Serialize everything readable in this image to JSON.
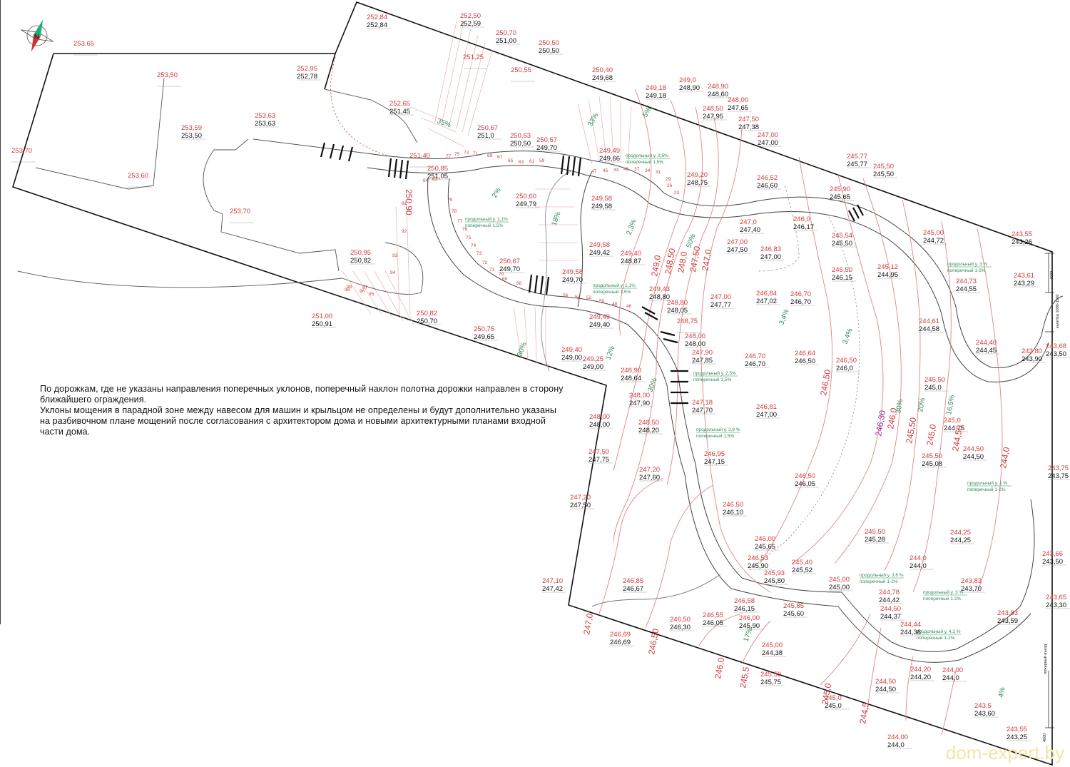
{
  "notes": [
    "По дорожкам, где не указаны направления поперечных уклонов, поперечный наклон полотна дорожки направлен в сторону ближайшего ограждения.",
    "Уклоны мощения в парадной зоне между навесом для машин и крыльцом не определены и будут дополнительно указаны на разбивочном плане мощений после согласования с архитектором дома и новыми архитектурными планами входной части дома."
  ],
  "watermark": "dom-expert.by",
  "compass": "N",
  "colors": {
    "design": "#d23a3a",
    "existing": "#111111",
    "slope": "#2e8b57",
    "accent": "#9b2fa3"
  },
  "elevations": [
    {
      "d": "252,84",
      "e": "252,84"
    },
    {
      "d": "252,50",
      "e": "252,59"
    },
    {
      "d": "250,70",
      "e": "251,00"
    },
    {
      "d": "250,50",
      "e": "250,50"
    },
    {
      "d": "250,55",
      "e": ""
    },
    {
      "d": "251,25",
      "e": ""
    },
    {
      "d": "253,65",
      "e": ""
    },
    {
      "d": "253,50",
      "e": ""
    },
    {
      "d": "252,95",
      "e": "252,78"
    },
    {
      "d": "252,65",
      "e": "251,45"
    },
    {
      "d": "250,40",
      "e": "249,68"
    },
    {
      "d": "249,18",
      "e": "249,18"
    },
    {
      "d": "249,0",
      "e": "248,90"
    },
    {
      "d": "248,90",
      "e": "248,60"
    },
    {
      "d": "248,50",
      "e": "247,95"
    },
    {
      "d": "248,00",
      "e": "247,65"
    },
    {
      "d": "247,50",
      "e": "247,38"
    },
    {
      "d": "253,63",
      "e": "253,63"
    },
    {
      "d": "253,59",
      "e": "253,50"
    },
    {
      "d": "250,67",
      "e": "251,0"
    },
    {
      "d": "250,63",
      "e": "250,50"
    },
    {
      "d": "250,57",
      "e": "249,70"
    },
    {
      "d": "249,49",
      "e": "249,66"
    },
    {
      "d": "247,00",
      "e": "247,00"
    },
    {
      "d": "253,70",
      "e": ""
    },
    {
      "d": "251,40",
      "e": ""
    },
    {
      "d": "250,85",
      "e": "251,05"
    },
    {
      "d": "249,20",
      "e": "248,75"
    },
    {
      "d": "246,52",
      "e": "246,60"
    },
    {
      "d": "245,77",
      "e": "245,77"
    },
    {
      "d": "245,50",
      "e": "245,50"
    },
    {
      "d": "245,90",
      "e": "245,65"
    },
    {
      "d": "253,60",
      "e": ""
    },
    {
      "d": "250,60",
      "e": "249,79"
    },
    {
      "d": "249,58",
      "e": "249,58"
    },
    {
      "d": "246,0",
      "e": "246,17"
    },
    {
      "d": "247,0",
      "e": "247,40"
    },
    {
      "d": "245,54",
      "e": "245,50"
    },
    {
      "d": "245,00",
      "e": "244,72"
    },
    {
      "d": "243,55",
      "e": "243,26"
    },
    {
      "d": "253,70",
      "e": ""
    },
    {
      "d": "247,00",
      "e": "247,50"
    },
    {
      "d": "246,83",
      "e": "247,00"
    },
    {
      "d": "250,95",
      "e": "250,82"
    },
    {
      "d": "249,58",
      "e": "249,42"
    },
    {
      "d": "249,40",
      "e": "248,87"
    },
    {
      "d": "246,50",
      "e": "246,15"
    },
    {
      "d": "245,12",
      "e": "244,95"
    },
    {
      "d": "250,67",
      "e": "249,70"
    },
    {
      "d": "249,58",
      "e": "249,70"
    },
    {
      "d": "249,43",
      "e": "248,80"
    },
    {
      "d": "248,80",
      "e": "248,05"
    },
    {
      "d": "247,00",
      "e": "247,77"
    },
    {
      "d": "246,84",
      "e": "247,02"
    },
    {
      "d": "246,70",
      "e": "246,70"
    },
    {
      "d": "244,73",
      "e": "244,55"
    },
    {
      "d": "243,61",
      "e": "243,29"
    },
    {
      "d": "251,00",
      "e": "250,91"
    },
    {
      "d": "250,82",
      "e": "250,70"
    },
    {
      "d": "250,75",
      "e": "249,65"
    },
    {
      "d": "249,49",
      "e": "249,40"
    },
    {
      "d": "248,75",
      "e": ""
    },
    {
      "d": "248,00",
      "e": "248,00"
    },
    {
      "d": "244,61",
      "e": "244,58"
    },
    {
      "d": "244,40",
      "e": "244,45"
    },
    {
      "d": "243,80",
      "e": "243,90"
    },
    {
      "d": "243,68",
      "e": "243,50"
    },
    {
      "d": "249,40",
      "e": "249,00"
    },
    {
      "d": "249,25",
      "e": "249,00"
    },
    {
      "d": "248,90",
      "e": "248,64"
    },
    {
      "d": "247,90",
      "e": "247,85"
    },
    {
      "d": "246,70",
      "e": "246,70"
    },
    {
      "d": "246,64",
      "e": "246,50"
    },
    {
      "d": "246,50",
      "e": "246,0"
    },
    {
      "d": "245,50",
      "e": "245,0"
    },
    {
      "d": "248,00",
      "e": "247,90"
    },
    {
      "d": "247,18",
      "e": "247,70"
    },
    {
      "d": "246,81",
      "e": "247,00"
    },
    {
      "d": "245,0",
      "e": "244,75"
    },
    {
      "d": "248,00",
      "e": "248,00"
    },
    {
      "d": "248,50",
      "e": "248,20"
    },
    {
      "d": "247,50",
      "e": "247,75"
    },
    {
      "d": "246,95",
      "e": "247,15"
    },
    {
      "d": "245,50",
      "e": "245,08"
    },
    {
      "d": "244,50",
      "e": "244,50"
    },
    {
      "d": "243,75",
      "e": "243,75"
    },
    {
      "d": "247,20",
      "e": "247,60"
    },
    {
      "d": "246,50",
      "e": "246,05"
    },
    {
      "d": "247,20",
      "e": "247,50"
    },
    {
      "d": "246,50",
      "e": "246,10"
    },
    {
      "d": "245,50",
      "e": "245,28"
    },
    {
      "d": "244,25",
      "e": "244,25"
    },
    {
      "d": "246,00",
      "e": "245,65"
    },
    {
      "d": "246,53",
      "e": "245,90"
    },
    {
      "d": "245,40",
      "e": "245,52"
    },
    {
      "d": "244,0",
      "e": "244,0"
    },
    {
      "d": "243,66",
      "e": "243,50"
    },
    {
      "d": "247,10",
      "e": "247,42"
    },
    {
      "d": "246,85",
      "e": "246,67"
    },
    {
      "d": "245,93",
      "e": "245,80"
    },
    {
      "d": "245,00",
      "e": "245,00"
    },
    {
      "d": "243,83",
      "e": "243,70"
    },
    {
      "d": "243,65",
      "e": "243,30"
    },
    {
      "d": "246,58",
      "e": "246,15"
    },
    {
      "d": "244,78",
      "e": "244,42"
    },
    {
      "d": "245,85",
      "e": "245,60"
    },
    {
      "d": "246,50",
      "e": "246,30"
    },
    {
      "d": "246,55",
      "e": "246,05"
    },
    {
      "d": "246,00",
      "e": "245,90"
    },
    {
      "d": "244,50",
      "e": "244,37"
    },
    {
      "d": "243,83",
      "e": "243,59"
    },
    {
      "d": "246,69",
      "e": "246,69"
    },
    {
      "d": "244,44",
      "e": "244,38"
    },
    {
      "d": "245,00",
      "e": "244,38"
    },
    {
      "d": "245,50",
      "e": "245,75"
    },
    {
      "d": "244,20",
      "e": "244,20"
    },
    {
      "d": "244,00",
      "e": "244,0"
    },
    {
      "d": "244,50",
      "e": "244,50"
    },
    {
      "d": "245,0",
      "e": "245,0"
    },
    {
      "d": "243,5",
      "e": "243,60"
    },
    {
      "d": "243,55",
      "e": "243,25"
    },
    {
      "d": "244,00",
      "e": "244,0"
    }
  ],
  "contours": [
    "250,90",
    "249,0",
    "248,50",
    "248,0",
    "247,50",
    "247,0",
    "246,50",
    "246,30",
    "246,0",
    "245,50",
    "245,0",
    "244,50",
    "244,0",
    "247,0",
    "246,50",
    "246,0",
    "245,5",
    "245,0",
    "244,5"
  ],
  "slopes": [
    "35%",
    "33%",
    "5%",
    "2%",
    "18%",
    "2,3%",
    "50%",
    "3,4%",
    "30%",
    "12%",
    "30%",
    "3,4%",
    "30%",
    "20%",
    "16,5%",
    "17%",
    "4%"
  ],
  "path_slopes": [
    {
      "a": "продольный у. 2,5%",
      "b": "поперечный 1,5%"
    },
    {
      "a": "продольный у. 1,1%",
      "b": "поперечный 1,5%"
    },
    {
      "a": "продольный у. 1,1%",
      "b": "поперечный 1,5%"
    },
    {
      "a": "продольный у. 2,5%",
      "b": "поперечный 1,5%"
    },
    {
      "a": "продольный у. 2,9 %",
      "b": "поперечный 1,5%"
    },
    {
      "a": "продольный у. 3 %",
      "b": "поперечный 1-2%"
    },
    {
      "a": "продольный у. 1 %",
      "b": "поперечный 1-2%"
    },
    {
      "a": "продольный у. 3,6 %",
      "b": "поперечный 1-2%"
    },
    {
      "a": "продольный у. 3 %",
      "b": "поперечный 1-2%"
    },
    {
      "a": "продольный у. 4,2 %",
      "b": "поперечный 1-2%"
    }
  ],
  "step_numbers": [
    "77",
    "75",
    "73",
    "71",
    "69",
    "67",
    "65",
    "63",
    "61",
    "59",
    "47",
    "45",
    "43",
    "40",
    "37",
    "34",
    "31",
    "29",
    "26",
    "23",
    "84",
    "83",
    "91",
    "92",
    "93",
    "94",
    "95",
    "96",
    "97",
    "98",
    "99",
    "79",
    "78",
    "77",
    "76",
    "75",
    "74",
    "73",
    "72",
    "71",
    "70",
    "69",
    "68",
    "56",
    "54",
    "52",
    "50",
    "48",
    "46"
  ],
  "dimensions": [
    "4000",
    "калитка 1000-1100",
    "пожарный въезд",
    "4000"
  ]
}
